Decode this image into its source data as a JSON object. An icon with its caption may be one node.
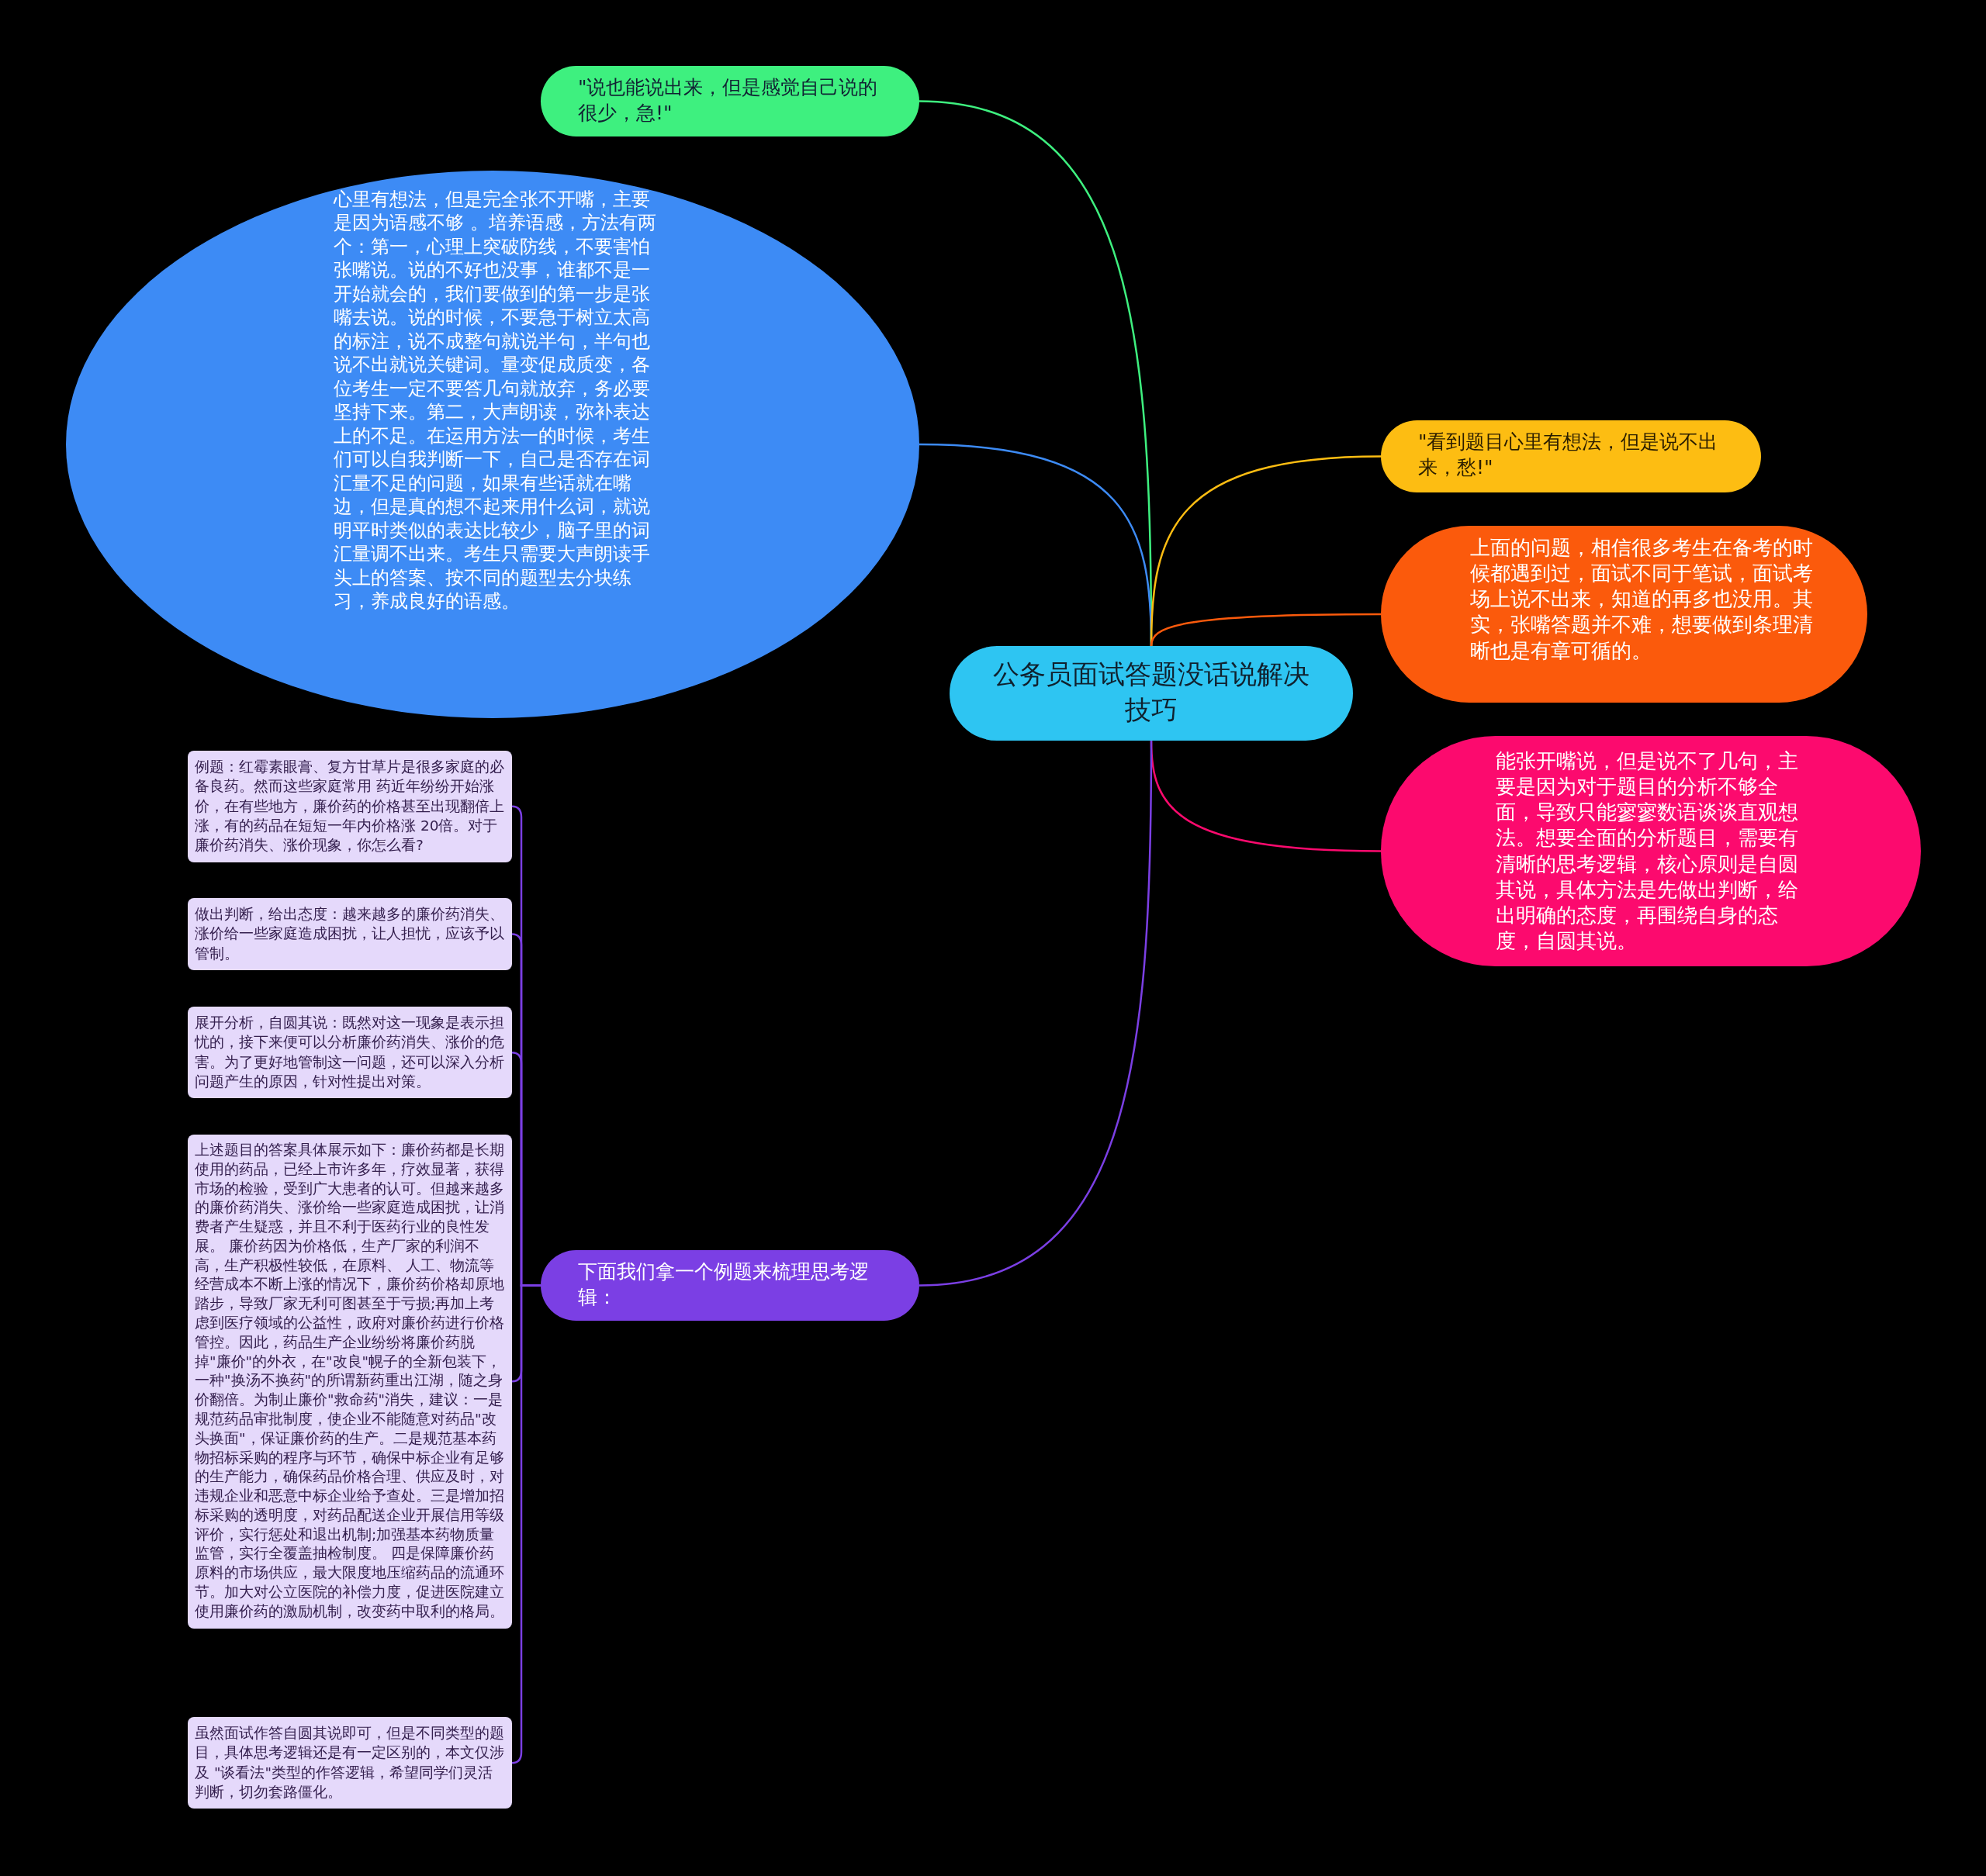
{
  "diagram": {
    "nodes": [
      {
        "text": [
          "公务员面试答题没话说解决技巧"
        ]
      },
      {
        "text": [
          "\"说也能说出来，但是感觉自己说的很少，急!\""
        ]
      },
      {
        "text": [
          "心里有想法，但是完全张不开嘴，主要是因为语感不够 。培养语感，方法有两个：第一，心理上突破防线，不要害怕张嘴说。说的不好也没事，谁都不是一开始就会的，我们要做到的第一步是张嘴去说。说的时候，不要急于树立太高的标注，说不成整句就说半句，半句也说不出就说关键词。量变促成质变，各位考生一定不要答几句就放弃，务必要坚持下来。第二，大声朗读，弥补表达上的不足。在运用方法一的时候，考生们可以自我判断一下，自己是否存在词汇量不足的问题，如果有些话就在嘴边，但是真的想不起来用什么词，就说明平时类似的表达比较少，脑子里的词汇量调不出来。考生只需要大声朗读手头上的答案、按不同的题型去分块练习，养成良好的语感。"
        ]
      },
      {
        "text": [
          "\"看到题目心里有想法，但是说不出来，愁!\""
        ]
      },
      {
        "text": [
          "上面的问题，相信很多考生在备考的时候都遇到过，面试不同于笔试，面试考场上说不出来，知道的再多也没用。其实，张嘴答题并不难，想要做到条理清晰也是有章可循的。"
        ]
      },
      {
        "text": [
          "能张开嘴说，但是说不了几句，主要是因为对于题目的分析不够全面，导致只能寥寥数语谈谈直观想法。想要全面的分析题目，需要有清晰的思考逻辑，核心原则是自圆其说，具体方法是先做出判断，给出明确的态度，再围绕自身的态度，自圆其说。"
        ]
      },
      {
        "text": [
          "下面我们拿一个例题来梳理思考逻辑："
        ]
      },
      {
        "text": [
          "例题：红霉素眼膏、复方甘草片是很多家庭的必备良药。然而这些家庭常用 药近年纷纷开始涨价，在有些地方，廉价药的价格甚至出现翻倍上涨，有的药品在短短一年内价格涨 20倍。对于廉价药消失、涨价现象，你怎么看?"
        ]
      },
      {
        "text": [
          "做出判断，给出态度：越来越多的廉价药消失、涨价给一些家庭造成困扰，让人担忧，应该予以管制。"
        ]
      },
      {
        "text": [
          "展开分析，自圆其说：既然对这一现象是表示担忧的，接下来便可以分析廉价药消失、涨价的危害。为了更好地管制这一问题，还可以深入分析问题产生的原因，针对性提出对策。"
        ]
      },
      {
        "text": [
          "上述题目的答案具体展示如下：廉价药都是长期使用的药品，已经上市许多年，疗效显著，获得市场的检验，受到广大患者的认可。但越来越多的廉价药消失、涨价给一些家庭造成困扰，让消费者产生疑惑，并且不利于医药行业的良性发展。 廉价药因为价格低，生产厂家的利润不高，生产积极性较低，在原料、 人工、物流等经营成本不断上涨的情况下，廉价药价格却原地踏步，导致厂家无利可图甚至于亏损;再加上考虑到医疗领域的公益性，政府对廉价药进行价格管控。因此，药品生产企业纷纷将廉价药脱掉\"廉价\"的外衣，在\"改良\"幌子的全新包装下，一种\"换汤不换药\"的所谓新药重出江湖，随之身价翻倍。为制止廉价\"救命药\"消失，建议：一是规范药品审批制度，使企业不能随意对药品\"改头换面\"，保证廉价药的生产。二是规范基本药物招标采购的程序与环节，确保中标企业有足够的生产能力，确保药品价格合理、供应及时，对违规企业和恶意中标企业给予查处。三是增加招标采购的透明度，对药品配送企业开展信用等级评价，实行惩处和退出机制;加强基本药物质量监管，实行全覆盖抽检制度。 四是保障廉价药原料的市场供应，最大限度地压缩药品的流通环节。加大对公立医院的补偿力度，促进医院建立使用廉价药的激励机制，改变药中取利的格局。"
        ]
      },
      {
        "text": [
          "虽然面试作答自圆其说即可，但是不同类型的题目，具体思考逻辑还是有一定区别的，本文仅涉及 \"谈看法\"类型的作答逻辑，希望同学们灵活判断，切勿套路僵化。"
        ]
      }
    ],
    "edges": [
      {
        "from": 0,
        "to": 1,
        "arrow": "none",
        "color": "#3ef07f"
      },
      {
        "from": 0,
        "to": 2,
        "arrow": "none",
        "color": "#3d8bf5"
      },
      {
        "from": 0,
        "to": 3,
        "arrow": "none",
        "color": "#fdbd12"
      },
      {
        "from": 0,
        "to": 4,
        "arrow": "none",
        "color": "#fb5a0c"
      },
      {
        "from": 0,
        "to": 5,
        "arrow": "none",
        "color": "#fc0a6e"
      },
      {
        "from": 0,
        "to": 6,
        "arrow": "none",
        "color": "#7b3fe4"
      },
      {
        "from": 6,
        "to": 7,
        "arrow": "none",
        "color": "#7b3fe4"
      },
      {
        "from": 6,
        "to": 8,
        "arrow": "none",
        "color": "#7b3fe4"
      },
      {
        "from": 6,
        "to": 9,
        "arrow": "none",
        "color": "#7b3fe4"
      },
      {
        "from": 6,
        "to": 10,
        "arrow": "none",
        "color": "#7b3fe4"
      },
      {
        "from": 6,
        "to": 11,
        "arrow": "none",
        "color": "#7b3fe4"
      }
    ]
  }
}
